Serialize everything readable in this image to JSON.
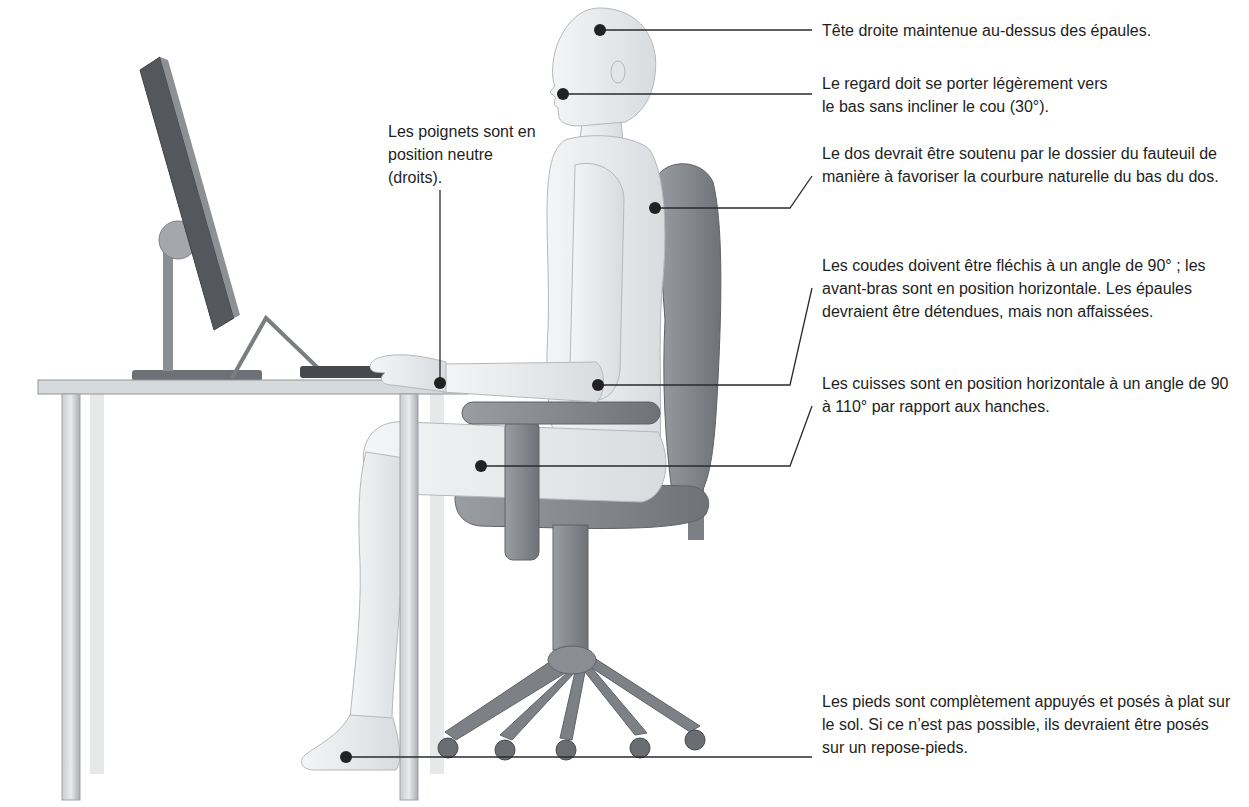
{
  "diagram": {
    "labels": [
      "Tête droite maintenue au-dessus des épaules.",
      "Le regard doit se porter légèrement vers le bas sans incliner le cou (30°).",
      "Les poignets sont en position neutre (droits).",
      "Le dos devrait être soutenu par le dossier du fauteuil de manière à favoriser la courbure naturelle du bas du dos.",
      "Les coudes doivent être fléchis à un angle de 90° ; les avant-bras sont en position horizontale. Les épaules devraient être détendues, mais non affaissées.",
      "Les cuisses sont en position horizontale à un angle de 90 à 110° par rapport aux hanches.",
      "Les pieds sont complètement appuyés et posés à plat sur le sol. Si ce n’est pas possible, ils devraient être posés sur un repose-pieds."
    ]
  }
}
